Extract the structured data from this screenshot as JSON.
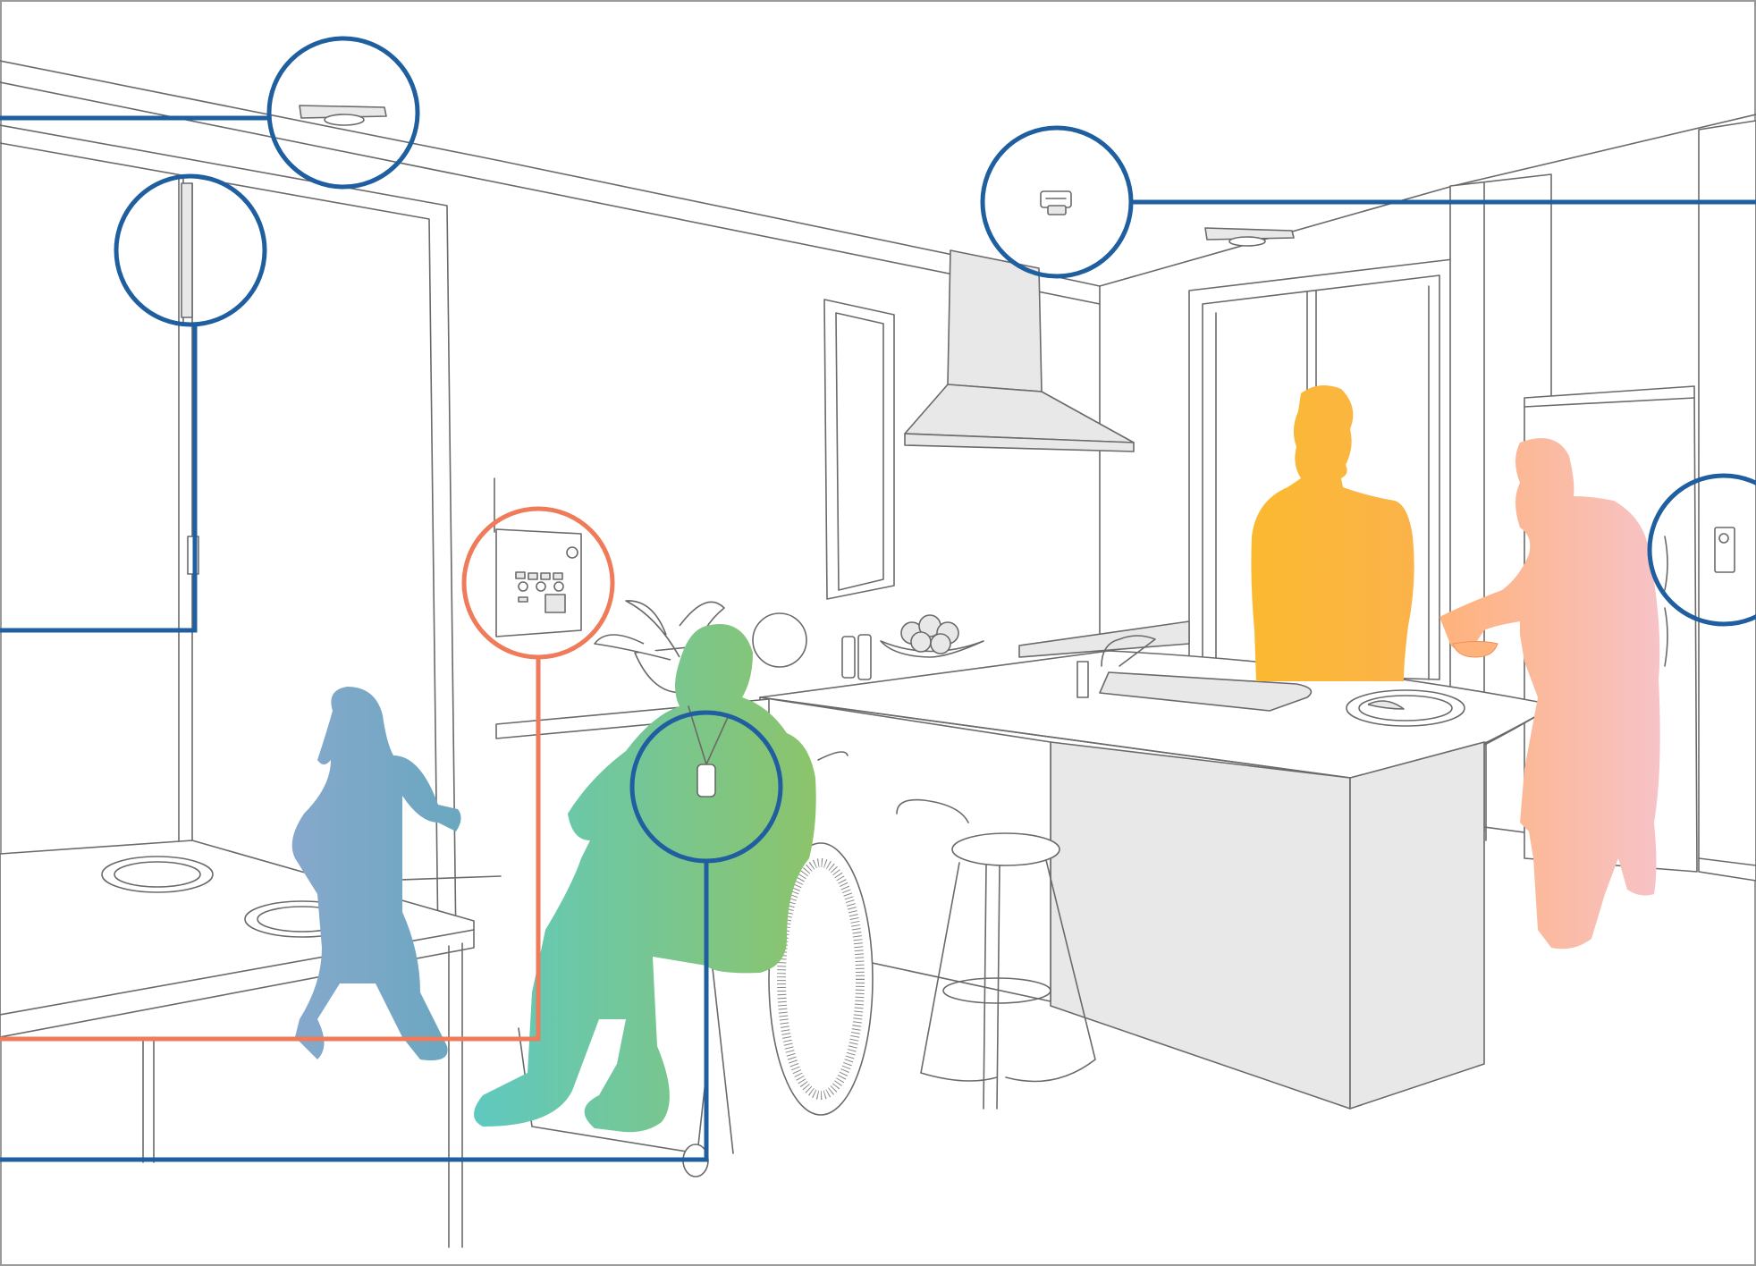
{
  "scene": "kitchen-home-safety-illustration",
  "colors": {
    "callout_blue": "#1f5fa0",
    "callout_orange": "#ef7b5a",
    "line": "#6a6a6a",
    "child_gradient": [
      "#86a8cc",
      "#6aa7bf"
    ],
    "wheelchair_user_gradient": [
      "#5fc9c0",
      "#8cc46a"
    ],
    "standing_man": "#fbb83a",
    "cook_gradient": [
      "#ffb27a",
      "#f7c3c7"
    ]
  },
  "callouts": [
    {
      "name": "ceiling-sensor-callout",
      "color": "blue"
    },
    {
      "name": "door-sensor-callout",
      "color": "blue"
    },
    {
      "name": "smoke-detector-callout",
      "color": "blue"
    },
    {
      "name": "control-panel-callout",
      "color": "orange"
    },
    {
      "name": "pendant-callout",
      "color": "blue"
    },
    {
      "name": "fridge-sensor-callout",
      "color": "blue"
    }
  ],
  "people": [
    {
      "name": "child-figure"
    },
    {
      "name": "wheelchair-user-figure"
    },
    {
      "name": "standing-man-figure"
    },
    {
      "name": "cook-figure"
    }
  ]
}
